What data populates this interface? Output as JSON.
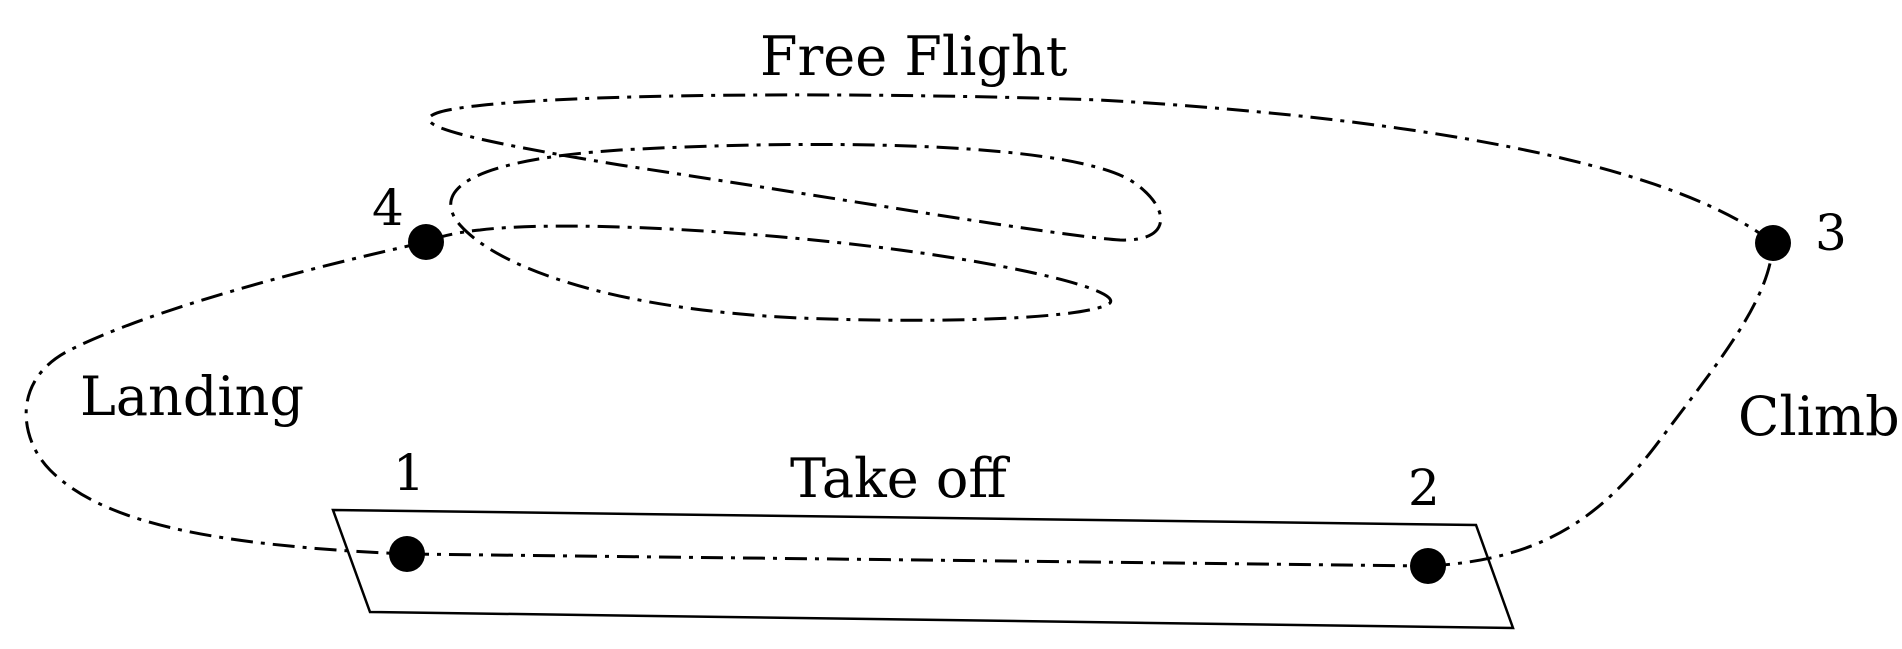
{
  "labels": {
    "free_flight": "Free Flight",
    "landing": "Landing",
    "take_off": "Take off",
    "climb": "Climb"
  },
  "points": {
    "p1": "1",
    "p2": "2",
    "p3": "3",
    "p4": "4"
  },
  "colors": {
    "line": "#000000",
    "background": "#ffffff"
  }
}
